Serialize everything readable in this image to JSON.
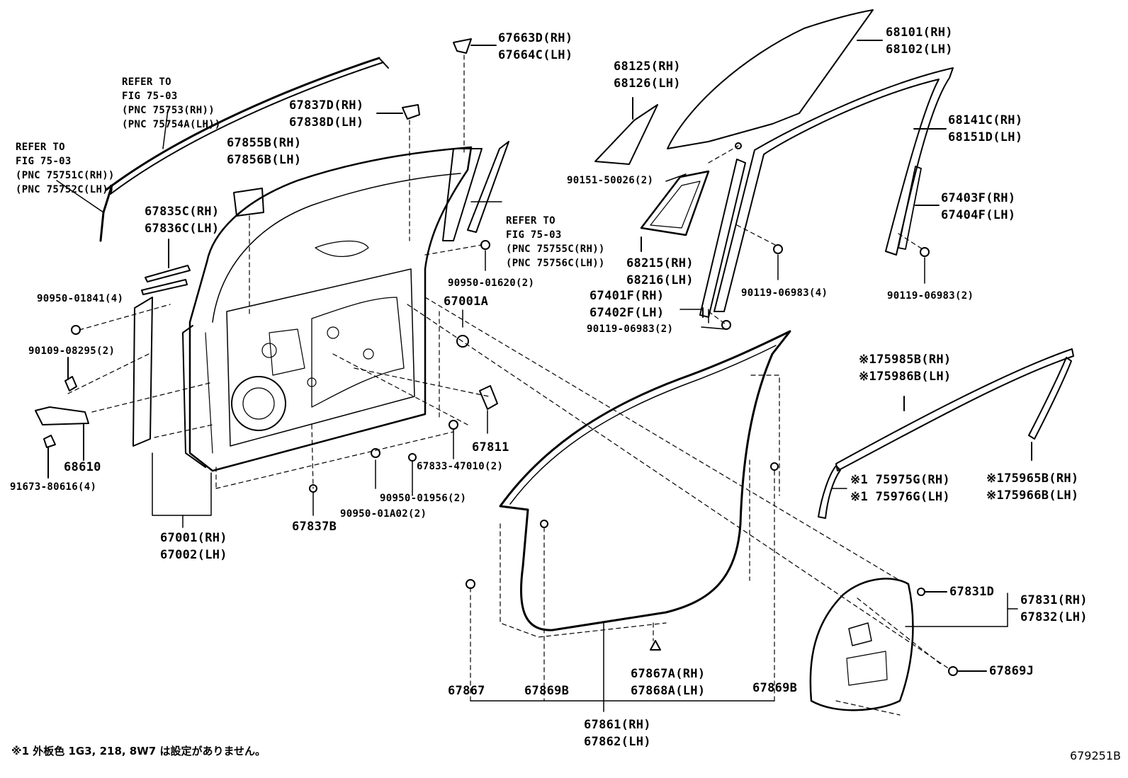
{
  "labels": {
    "ref_top": [
      "REFER TO",
      "FIG 75-03",
      "(PNC 75753(RH))",
      "(PNC 75754A(LH))"
    ],
    "ref_left": [
      "REFER TO",
      "FIG 75-03",
      "(PNC 75751C(RH))",
      "(PNC 75752C(LH))"
    ],
    "ref_mid": [
      "REFER TO",
      "FIG 75-03",
      "(PNC 75755C(RH))",
      "(PNC 75756C(LH))"
    ],
    "p67663": [
      "67663D(RH)",
      "67664C(LH)"
    ],
    "p67837d": [
      "67837D(RH)",
      "67838D(LH)"
    ],
    "p67855": [
      "67855B(RH)",
      "67856B(LH)"
    ],
    "p67835": [
      "67835C(RH)",
      "67836C(LH)"
    ],
    "p90950_01841": "90950-01841(4)",
    "p90109": "90109-08295(2)",
    "p91673": "91673-80616(4)",
    "p68610": "68610",
    "p67001_pair": [
      "67001(RH)",
      "67002(LH)"
    ],
    "p67837b": "67837B",
    "p90950_01a02": "90950-01A02(2)",
    "p90950_01956": "90950-01956(2)",
    "p67833": "67833-47010(2)",
    "p67811": "67811",
    "p67001a": "67001A",
    "p90950_01620": "90950-01620(2)",
    "p68125": [
      "68125(RH)",
      "68126(LH)"
    ],
    "p68101": [
      "68101(RH)",
      "68102(LH)"
    ],
    "p68141": [
      "68141C(RH)",
      "68151D(LH)"
    ],
    "p67403": [
      "67403F(RH)",
      "67404F(LH)"
    ],
    "p90151": "90151-50026(2)",
    "p68215": [
      "68215(RH)",
      "68216(LH)"
    ],
    "p67401": [
      "67401F(RH)",
      "67402F(LH)"
    ],
    "p90119_a": "90119-06983(2)",
    "p90119_b": "90119-06983(4)",
    "p90119_c": "90119-06983(2)",
    "p75985": [
      "※175985B(RH)",
      "※175986B(LH)"
    ],
    "p75975": [
      "※1 75975G(RH)",
      "※1 75976G(LH)"
    ],
    "p75965": [
      "※175965B(RH)",
      "※175966B(LH)"
    ],
    "p67831d": "67831D",
    "p67831": [
      "67831(RH)",
      "67832(LH)"
    ],
    "p67869j": "67869J",
    "p67867": "67867",
    "p67869b_l": "67869B",
    "p67867a": [
      "67867A(RH)",
      "67868A(LH)"
    ],
    "p67869b_r": "67869B",
    "p67861": [
      "67861(RH)",
      "67862(LH)"
    ]
  },
  "footnote": "※1 外板色 1G3, 218, 8W7 は設定がありません。",
  "fig_code": "679251B"
}
